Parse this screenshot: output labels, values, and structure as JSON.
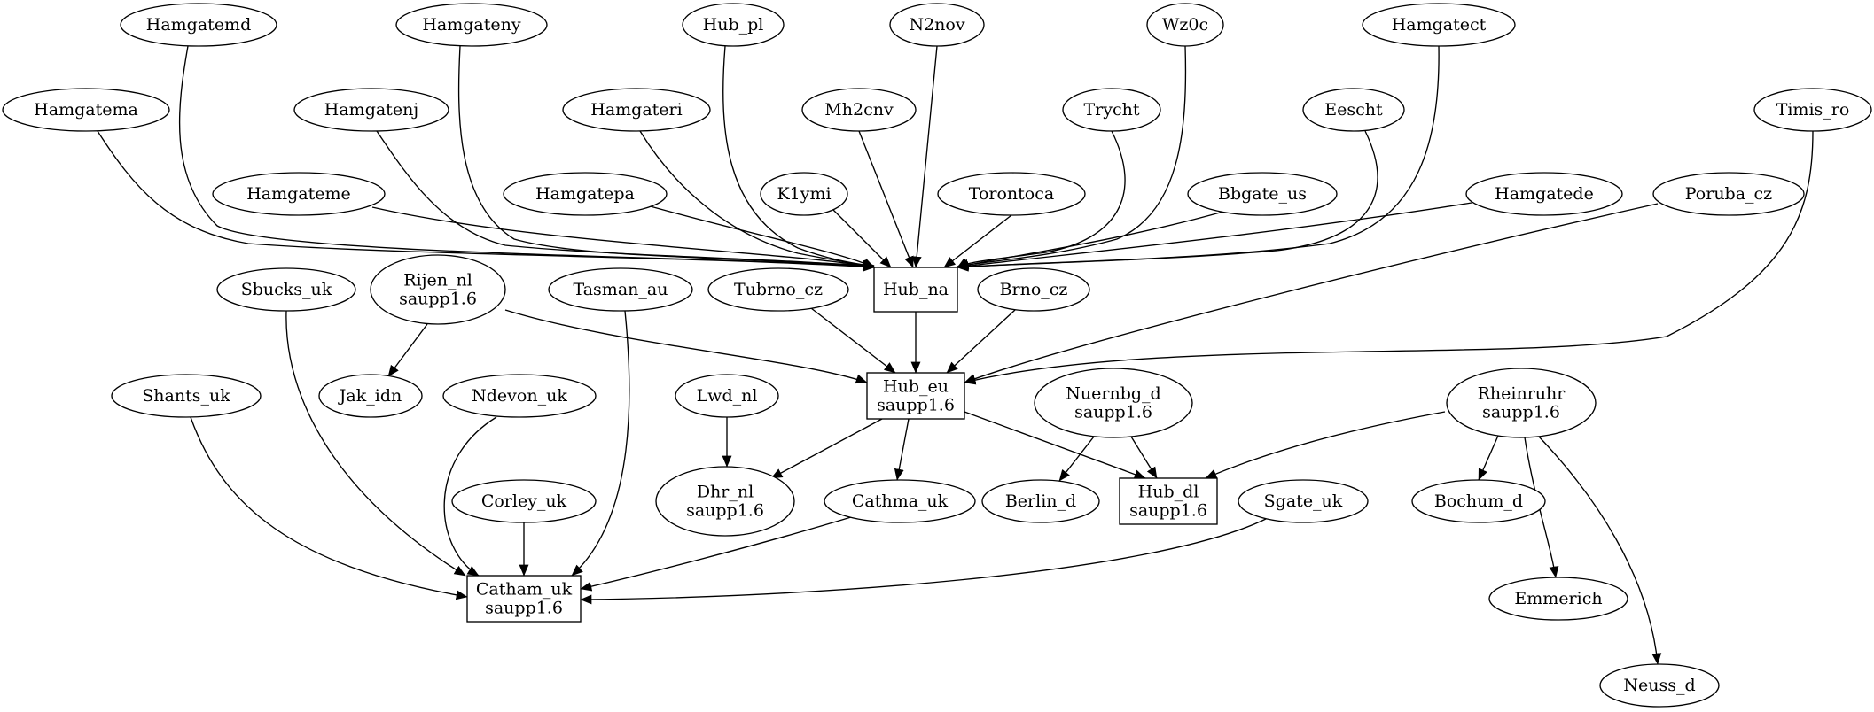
{
  "nodes": {
    "hamgatemd": [
      "Hamgatemd"
    ],
    "hamgateny": [
      "Hamgateny"
    ],
    "hub_pl": [
      "Hub_pl"
    ],
    "n2nov": [
      "N2nov"
    ],
    "wz0c": [
      "Wz0c"
    ],
    "hamgatect": [
      "Hamgatect"
    ],
    "hamgatema": [
      "Hamgatema"
    ],
    "hamgatenj": [
      "Hamgatenj"
    ],
    "hamgateri": [
      "Hamgateri"
    ],
    "mh2cnv": [
      "Mh2cnv"
    ],
    "trycht": [
      "Trycht"
    ],
    "eescht": [
      "Eescht"
    ],
    "timis_ro": [
      "Timis_ro"
    ],
    "hamgateme": [
      "Hamgateme"
    ],
    "hamgatepa": [
      "Hamgatepa"
    ],
    "k1ymi": [
      "K1ymi"
    ],
    "torontoca": [
      "Torontoca"
    ],
    "bbgate_us": [
      "Bbgate_us"
    ],
    "hamgatede": [
      "Hamgatede"
    ],
    "poruba_cz": [
      "Poruba_cz"
    ],
    "sbucks_uk": [
      "Sbucks_uk"
    ],
    "rijen_nl": [
      "Rijen_nl",
      "saupp1.6"
    ],
    "tasman_au": [
      "Tasman_au"
    ],
    "tubrno_cz": [
      "Tubrno_cz"
    ],
    "hub_na": [
      "Hub_na"
    ],
    "brno_cz": [
      "Brno_cz"
    ],
    "shants_uk": [
      "Shants_uk"
    ],
    "jak_idn": [
      "Jak_idn"
    ],
    "ndevon_uk": [
      "Ndevon_uk"
    ],
    "lwd_nl": [
      "Lwd_nl"
    ],
    "hub_eu": [
      "Hub_eu",
      "saupp1.6"
    ],
    "nuernbg_d": [
      "Nuernbg_d",
      "saupp1.6"
    ],
    "rheinruhr": [
      "Rheinruhr",
      "saupp1.6"
    ],
    "corley_uk": [
      "Corley_uk"
    ],
    "dhr_nl": [
      "Dhr_nl",
      "saupp1.6"
    ],
    "cathma_uk": [
      "Cathma_uk"
    ],
    "berlin_d": [
      "Berlin_d"
    ],
    "hub_dl": [
      "Hub_dl",
      "saupp1.6"
    ],
    "sgate_uk": [
      "Sgate_uk"
    ],
    "bochum_d": [
      "Bochum_d"
    ],
    "catham_uk": [
      "Catham_uk",
      "saupp1.6"
    ],
    "emmerich": [
      "Emmerich"
    ],
    "neuss_d": [
      "Neuss_d"
    ]
  },
  "edges": [
    [
      "hamgatemd",
      "hub_na"
    ],
    [
      "hamgateny",
      "hub_na"
    ],
    [
      "hub_pl",
      "hub_na"
    ],
    [
      "n2nov",
      "hub_na"
    ],
    [
      "wz0c",
      "hub_na"
    ],
    [
      "hamgatect",
      "hub_na"
    ],
    [
      "hamgatema",
      "hub_na"
    ],
    [
      "hamgatenj",
      "hub_na"
    ],
    [
      "hamgateri",
      "hub_na"
    ],
    [
      "mh2cnv",
      "hub_na"
    ],
    [
      "trycht",
      "hub_na"
    ],
    [
      "eescht",
      "hub_na"
    ],
    [
      "hamgateme",
      "hub_na"
    ],
    [
      "hamgatepa",
      "hub_na"
    ],
    [
      "k1ymi",
      "hub_na"
    ],
    [
      "torontoca",
      "hub_na"
    ],
    [
      "bbgate_us",
      "hub_na"
    ],
    [
      "hamgatede",
      "hub_na"
    ],
    [
      "hub_na",
      "hub_eu"
    ],
    [
      "tubrno_cz",
      "hub_eu"
    ],
    [
      "brno_cz",
      "hub_eu"
    ],
    [
      "rijen_nl",
      "hub_eu"
    ],
    [
      "poruba_cz",
      "hub_eu"
    ],
    [
      "timis_ro",
      "hub_eu"
    ],
    [
      "rijen_nl",
      "jak_idn"
    ],
    [
      "lwd_nl",
      "dhr_nl"
    ],
    [
      "hub_eu",
      "dhr_nl"
    ],
    [
      "hub_eu",
      "cathma_uk"
    ],
    [
      "hub_eu",
      "hub_dl"
    ],
    [
      "nuernbg_d",
      "berlin_d"
    ],
    [
      "nuernbg_d",
      "hub_dl"
    ],
    [
      "rheinruhr",
      "hub_dl"
    ],
    [
      "rheinruhr",
      "bochum_d"
    ],
    [
      "rheinruhr",
      "emmerich"
    ],
    [
      "rheinruhr",
      "neuss_d"
    ],
    [
      "sbucks_uk",
      "catham_uk"
    ],
    [
      "shants_uk",
      "catham_uk"
    ],
    [
      "ndevon_uk",
      "catham_uk"
    ],
    [
      "corley_uk",
      "catham_uk"
    ],
    [
      "tasman_au",
      "catham_uk"
    ],
    [
      "cathma_uk",
      "catham_uk"
    ],
    [
      "sgate_uk",
      "catham_uk"
    ]
  ]
}
